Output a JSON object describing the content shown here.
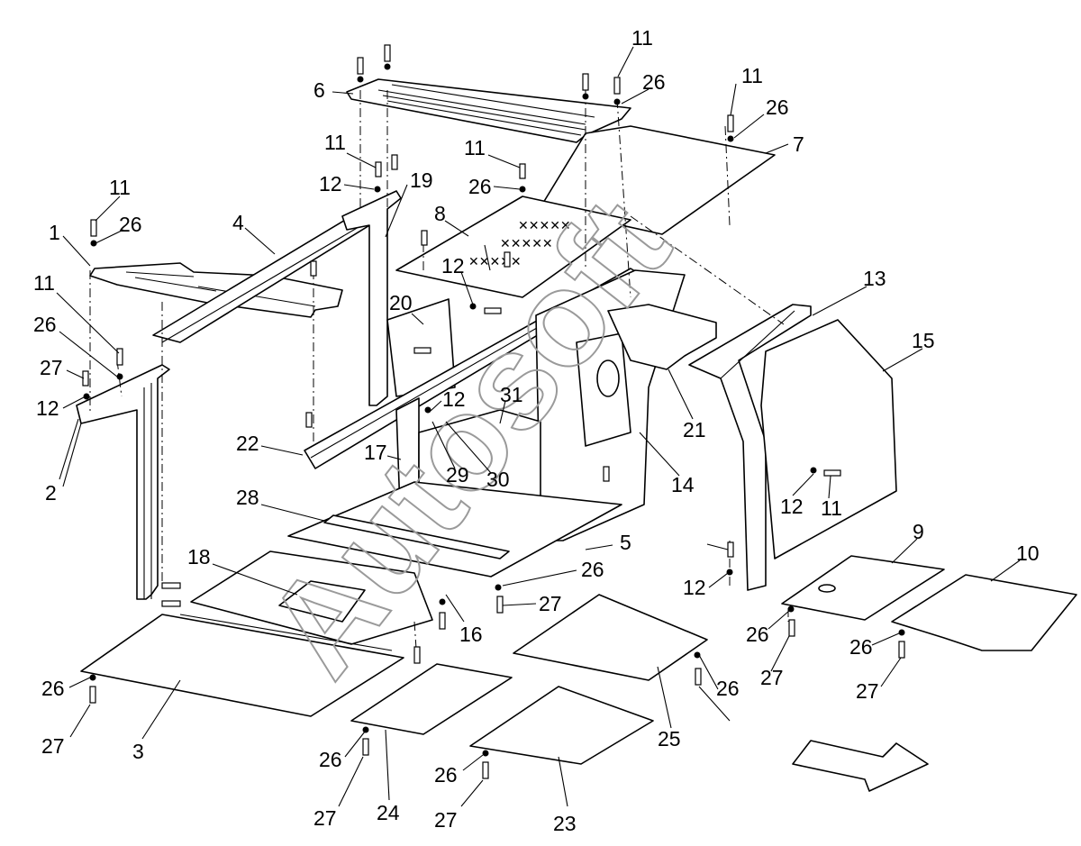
{
  "watermark": "Autosoft",
  "callouts": [
    "11",
    "26",
    "6",
    "11",
    "26",
    "7",
    "11",
    "12",
    "19",
    "11",
    "26",
    "8",
    "11",
    "26",
    "1",
    "4",
    "11",
    "12",
    "20",
    "26",
    "27",
    "12",
    "13",
    "15",
    "21",
    "12",
    "31",
    "22",
    "17",
    "29",
    "30",
    "14",
    "2",
    "28",
    "12",
    "11",
    "5",
    "9",
    "18",
    "26",
    "10",
    "12",
    "16",
    "27",
    "26",
    "26",
    "27",
    "26",
    "25",
    "27",
    "26",
    "3",
    "26",
    "24",
    "26",
    "23",
    "27",
    "27",
    "27"
  ]
}
